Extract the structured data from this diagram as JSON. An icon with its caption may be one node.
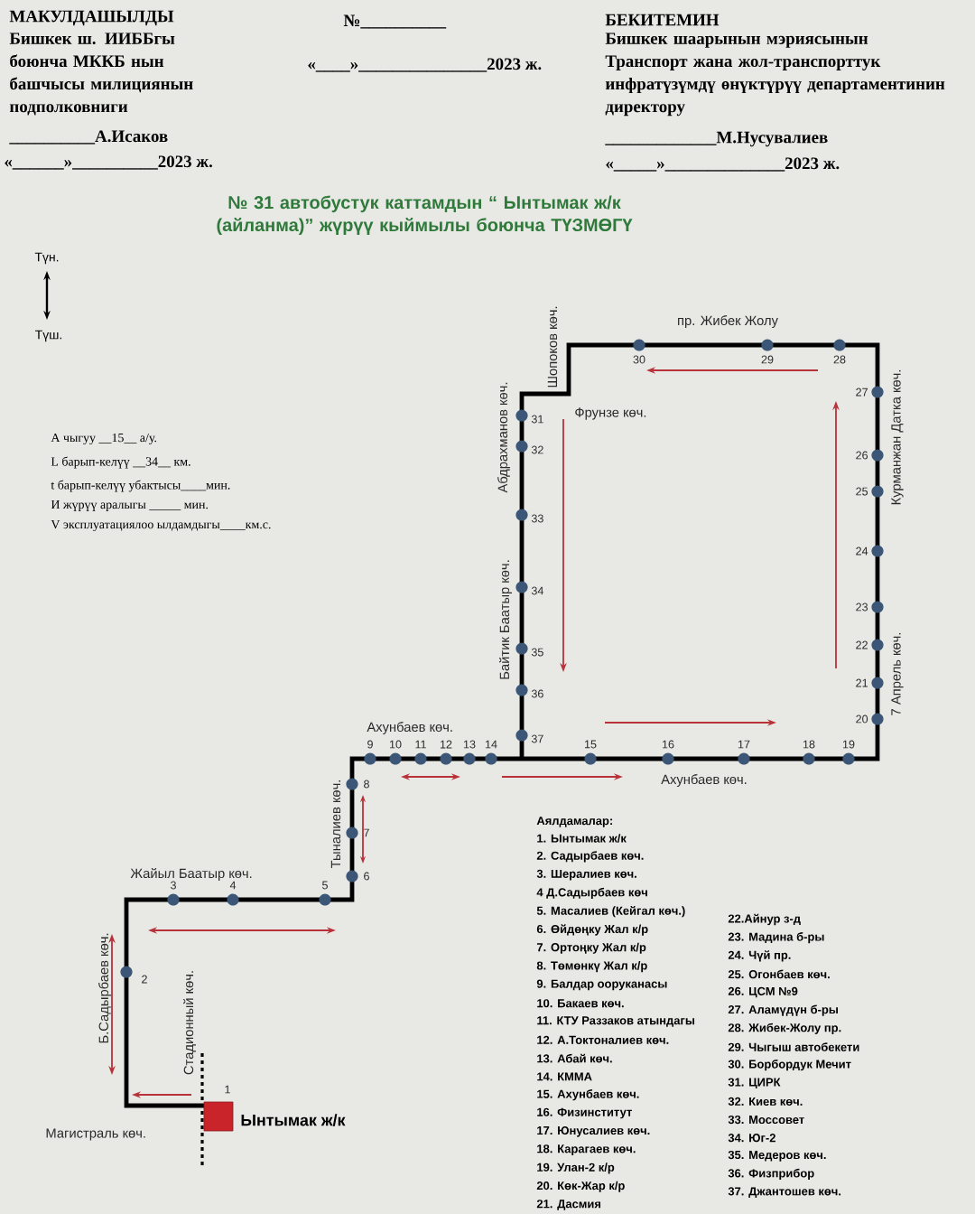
{
  "diagram": {
    "title": "№ 31 автобустук каттамдын “ Ынтымак ж/к (айланма)” жүрүү кыймылы боюнча ТҮЗМӨГҮ",
    "nodes": [
      {
        "text": [],
        "shape": "box",
        "beside": [
          "Ынтымак ж/к"
        ]
      }
    ],
    "labels": [
      "МАКУЛДАШЫЛДЫ",
      "Бишкек ш. ИИББгы боюнча МККБ нын башчысы милициянын подполковниги",
      "__________А.Исаков",
      "«______»__________2023 ж.",
      "№__________",
      "«____»_______________2023 ж.",
      "БЕКИТЕМИН",
      "Бишкек шаарынын мэриясынын Транспорт жана жол-транспорттук инфратүзүмдү өнүктүрүү департаментинин директору",
      "_____________М.Нусувалиев",
      "«_____»______________2023 ж.",
      "Түн.",
      "Түш.",
      "А чыгуу __15__ а/у.",
      "L барып-келүү __34__ км.",
      "t барып-келүү убактысы____мин.",
      "И жүрүү аралыгы _____ мин.",
      "V эксплуатациялоо ылдамдыгы____км.с.",
      "пр. Жибек Жолу",
      "Шопоков көч.",
      "Абдрахманов көч.",
      "Фрунзе көч.",
      "Курманжан Датка көч.",
      "Байтик Баатыр көч.",
      "7 Апрель көч.",
      "Ахунбаев көч.",
      "Ахунбаев көч.",
      "Жайыл Баатыр көч.",
      "Тыналиев көч.",
      "Б.Садырбаев көч.",
      "Стадионный көч.",
      "Магистраль көч.",
      "1",
      "2",
      "3",
      "4",
      "5",
      "6",
      "7",
      "8",
      "9",
      "10",
      "11",
      "12",
      "13",
      "14",
      "15",
      "16",
      "17",
      "18",
      "19",
      "20",
      "21",
      "22",
      "23",
      "24",
      "25",
      "26",
      "27",
      "30",
      "29",
      "28",
      "31",
      "32",
      "33",
      "34",
      "35",
      "36",
      "37",
      "Аялдамалар:",
      "1. Ынтымак ж/к",
      "2. Садырбаев көч.",
      "3. Шералиев көч.",
      "4 Д.Садырбаев көч",
      "5. Масалиев (Кейгал көч.)",
      "6. Өйдөңку Жал к/р",
      "7. Ортоңку Жал к/р",
      "8. Төмөнкү Жал к/р",
      "9. Балдар ооруканасы",
      "10. Бакаев көч.",
      "11. КТУ Раззаков атындагы",
      "12. А.Токтоналиев көч.",
      "13. Абай көч.",
      "14. КММА",
      "15. Ахунбаев көч.",
      "16. Физинститут",
      "17. Юнусалиев көч.",
      "18. Карагаев көч.",
      "19. Улан-2 к/р",
      "20. Көк-Жар к/р",
      "21. Дасмия",
      "22.Айнур з-д",
      "23. Мадина б-ры",
      "24. Чүй пр.",
      "25. Огонбаев көч.",
      "26. ЦСМ №9",
      "27. Аламүдүн б-ры",
      "28. Жибек-Жолу пр.",
      "29. Чыгыш автобекети",
      "30. Борбордук Мечит",
      "31. ЦИРК",
      "32. Киев көч.",
      "33. Моссовет",
      "34. Юг-2",
      "35. Медеров көч.",
      "36. Физприбор",
      "37. Джантошев көч."
    ]
  }
}
